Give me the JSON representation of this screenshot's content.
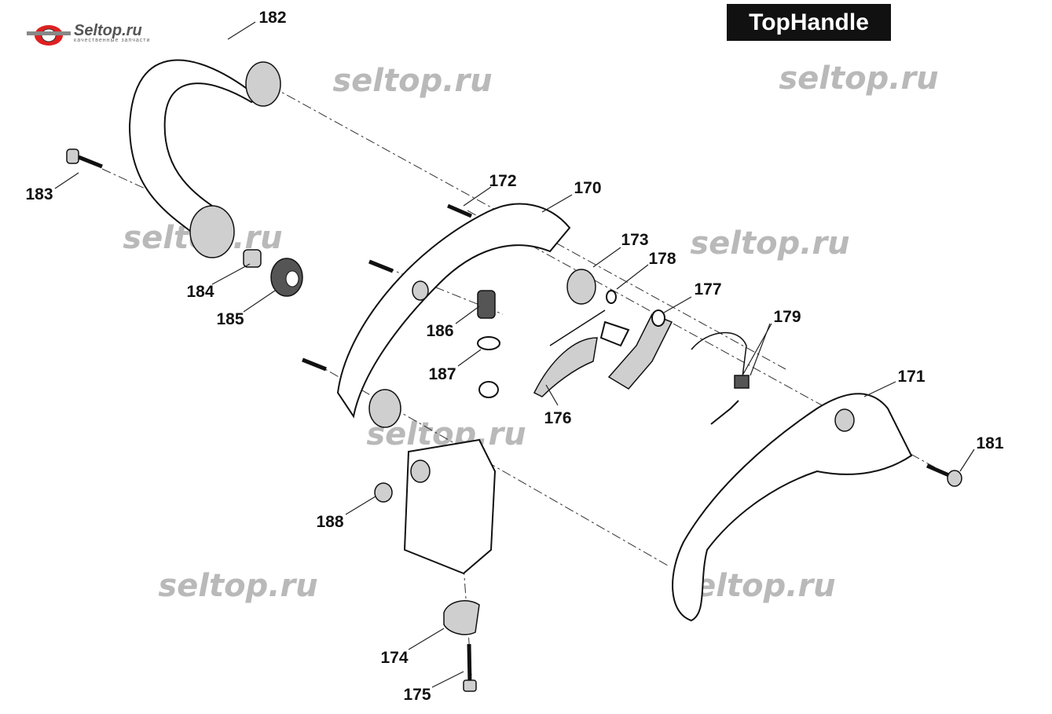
{
  "title": "TopHandle",
  "logo": {
    "name": "Seltop.ru",
    "tagline": "качественные запчасти"
  },
  "watermark": "seltop.ru",
  "part_labels": [
    "182",
    "183",
    "184",
    "185",
    "172",
    "170",
    "173",
    "178",
    "177",
    "179",
    "186",
    "187",
    "176",
    "171",
    "181",
    "188",
    "174",
    "175"
  ]
}
